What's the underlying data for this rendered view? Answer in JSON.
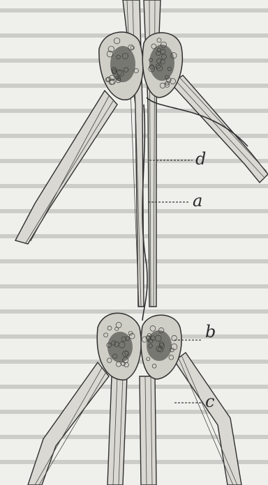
{
  "figure": {
    "labels": {
      "d": "d",
      "a": "a",
      "b": "b",
      "c": "c"
    }
  }
}
